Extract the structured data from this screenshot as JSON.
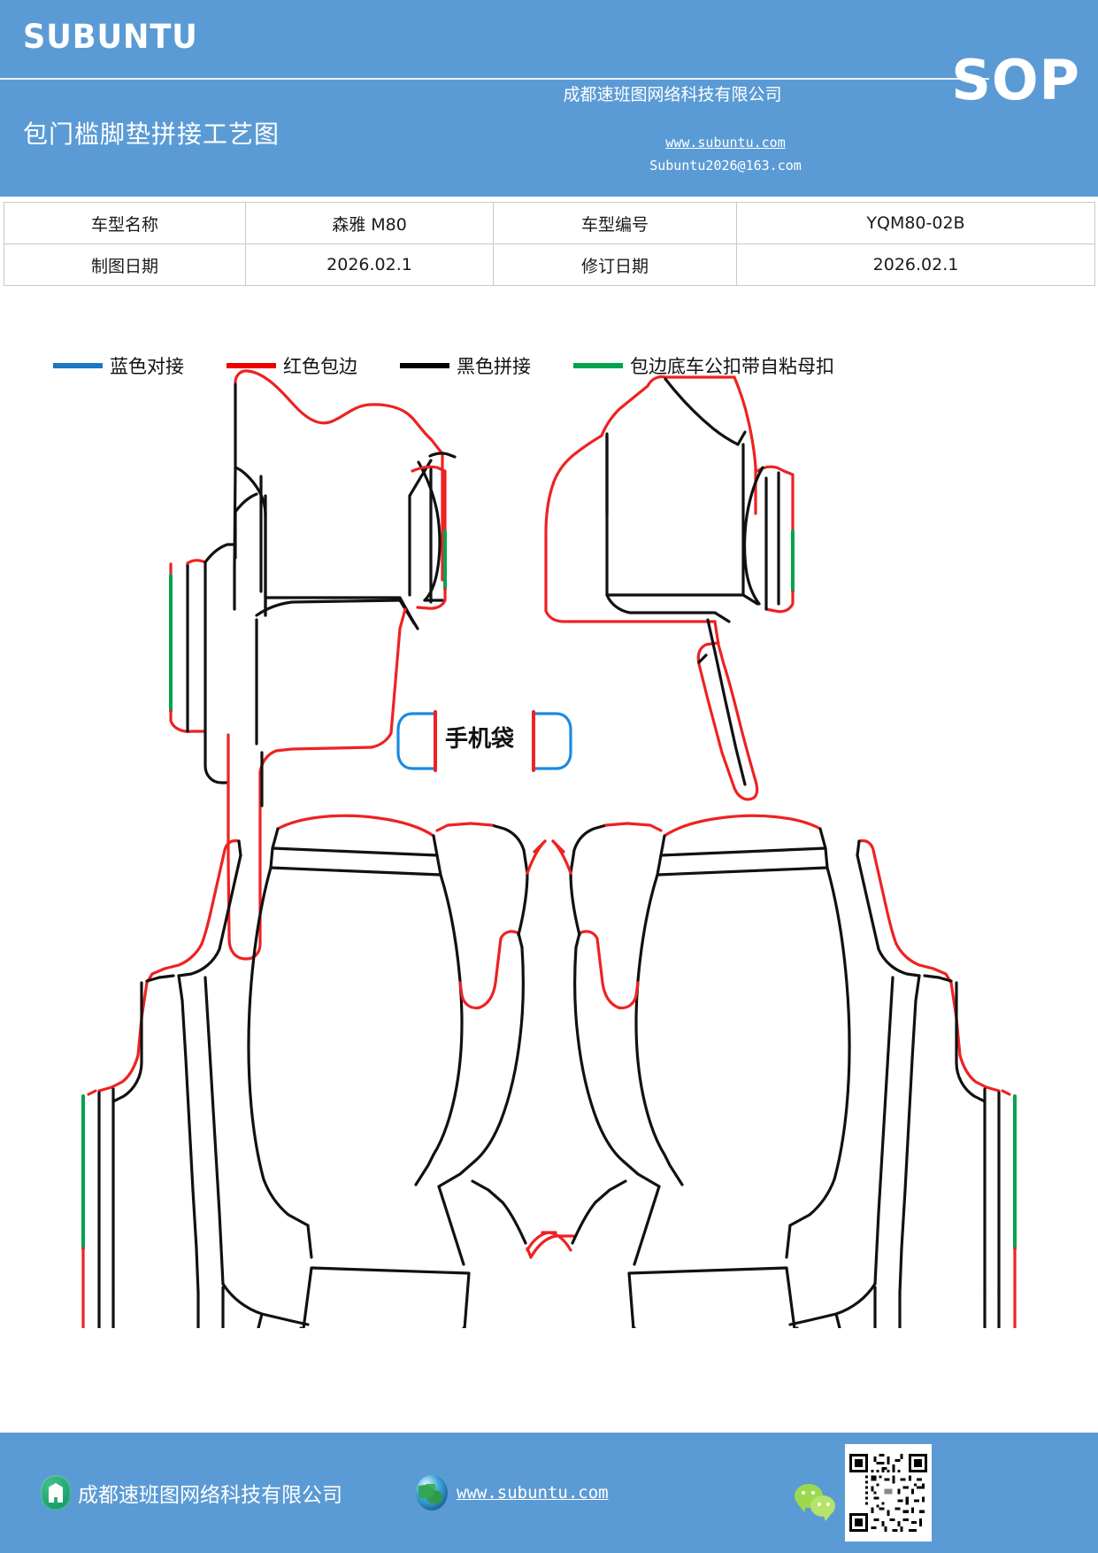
{
  "header": {
    "brand": "SUBUNTU",
    "doc_title": "包门槛脚垫拼接工艺图",
    "company_cn": "成都速班图网络科技有限公司",
    "sop_label": "SOP",
    "website": "www.subuntu.com",
    "email": "Subuntu2026@163.com",
    "bg_color": "#5b9bd5"
  },
  "info_table": {
    "rows": [
      {
        "label1": "车型名称",
        "value1": "森雅 M80",
        "label2": "车型编号",
        "value2": "YQM80-02B"
      },
      {
        "label1": "制图日期",
        "value1": "2026.02.1",
        "label2": "修订日期",
        "value2": "2026.02.1"
      }
    ]
  },
  "legend": {
    "items": [
      {
        "label": "蓝色对接",
        "color": "#1b77c4"
      },
      {
        "label": "红色包边",
        "color": "#ee0000"
      },
      {
        "label": "黑色拼接",
        "color": "#000000"
      },
      {
        "label": "包边底车公扣带自粘母扣",
        "color": "#00a44f"
      }
    ]
  },
  "drawing": {
    "phone_pocket_label": "手机袋",
    "stroke_colors": {
      "red": "#ee2222",
      "black": "#111111",
      "green": "#00a44f",
      "blue": "#1b8ae0"
    },
    "parts": [
      {
        "name": "front-left-mat",
        "position": "top-left"
      },
      {
        "name": "front-right-mat",
        "position": "top-right"
      },
      {
        "name": "rear-left-mat",
        "position": "bottom-left"
      },
      {
        "name": "rear-right-mat",
        "position": "bottom-right"
      },
      {
        "name": "phone-pocket",
        "position": "center"
      }
    ]
  },
  "footer": {
    "company_name": "成都速班图网络科技有限公司",
    "website": "www.subuntu.com",
    "bg_color": "#5b9bd5",
    "icons": {
      "building": "building-icon",
      "globe": "globe-icon",
      "wechat": "wechat-icon",
      "qr": "qr-code"
    }
  }
}
